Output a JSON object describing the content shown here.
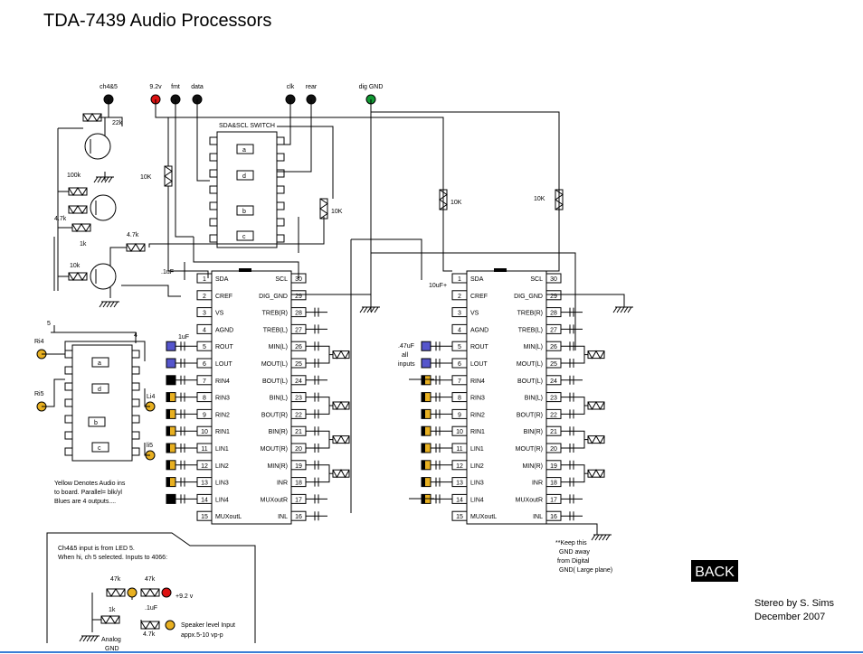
{
  "title": "TDA-7439 Audio Processors",
  "connectors": [
    {
      "label": "ch4&5",
      "color": "#111111"
    },
    {
      "label": "9.2v",
      "color": "#dd1111"
    },
    {
      "label": "fmt",
      "color": "#111111"
    },
    {
      "label": "data",
      "color": "#111111"
    },
    {
      "label": "clk",
      "color": "#111111"
    },
    {
      "label": "rear",
      "color": "#111111"
    },
    {
      "label": "dig GND",
      "color": "#119933"
    }
  ],
  "switch_label": "SDA&SCL SWITCH",
  "gate_labels": [
    "a",
    "d",
    "b",
    "c"
  ],
  "resistors": {
    "r22k": "22k",
    "r100k": "100k",
    "r47k": "4.7k",
    "r1k": "1k",
    "r47k_b": "4.7k",
    "r10k_small": "10k",
    "r10k_a": "10K",
    "r10k_b": "10K",
    "r10k_c": "10K",
    "r10k_d": "10K"
  },
  "caps": {
    "c1": ".1uF",
    "c2": "1uF",
    "c3": "10uF+",
    "c4": ".47uF",
    "c4b": "all",
    "c4c": "inputs"
  },
  "misc_labels": {
    "five": "5",
    "four": "4",
    "ri4": "Ri4",
    "ri5": "Ri5",
    "li4": "Li4",
    "li5": "li5"
  },
  "ic_left_pins": [
    "SDA",
    "CREF",
    "VS",
    "AGND",
    "ROUT",
    "LOUT",
    "RIN4",
    "RIN3",
    "RIN2",
    "RIN1",
    "LIN1",
    "LIN2",
    "LIN3",
    "LIN4",
    "MUXoutL"
  ],
  "ic_right_pins": [
    "SCL",
    "DIG_GND",
    "TREB(R)",
    "TREB(L)",
    "MIN(L)",
    "MOUT(L)",
    "BOUT(L)",
    "BIN(L)",
    "BOUT(R)",
    "BIN(R)",
    "MOUT(R)",
    "MIN(R)",
    "INR",
    "MUXoutR",
    "INL"
  ],
  "pin_numbers_left": [
    "1",
    "2",
    "3",
    "4",
    "5",
    "6",
    "7",
    "8",
    "9",
    "10",
    "11",
    "12",
    "13",
    "14",
    "15"
  ],
  "pin_numbers_right": [
    "30",
    "29",
    "28",
    "27",
    "26",
    "25",
    "24",
    "23",
    "22",
    "21",
    "20",
    "19",
    "18",
    "17",
    "16"
  ],
  "notes": {
    "yellow": [
      "Yellow Denotes Audio ins",
      "to board. Parallel= blk/yl",
      "Blues are 4 outputs...."
    ],
    "ch45": [
      "Ch4&5 input is from LED 5.",
      "When hi, ch 5 selected. Inputs to 4066:"
    ],
    "gnd_keep": [
      "**Keep this",
      "GND away",
      "from Digital",
      "GND( Large plane)"
    ]
  },
  "inset": {
    "r47k_1": "47k",
    "r47k_2": "47k",
    "r1k": "1k",
    "r47k_3": "4.7k",
    "c1": ".1uF",
    "v": "+9.2 v",
    "speaker1": "Speaker level Input",
    "speaker2": "appx.5-10 vp-p",
    "gnd1": "Analog",
    "gnd2": "GND"
  },
  "back_label": "BACK",
  "credit": [
    "Stereo by S. Sims",
    "December 2007"
  ],
  "colors": {
    "yellow": "#e8b021",
    "blue": "#5555cc",
    "red": "#dd1111",
    "green": "#119933",
    "button_bg": "#000000",
    "button_fg": "#ffffff",
    "frame_blue": "#3a7fd5"
  }
}
